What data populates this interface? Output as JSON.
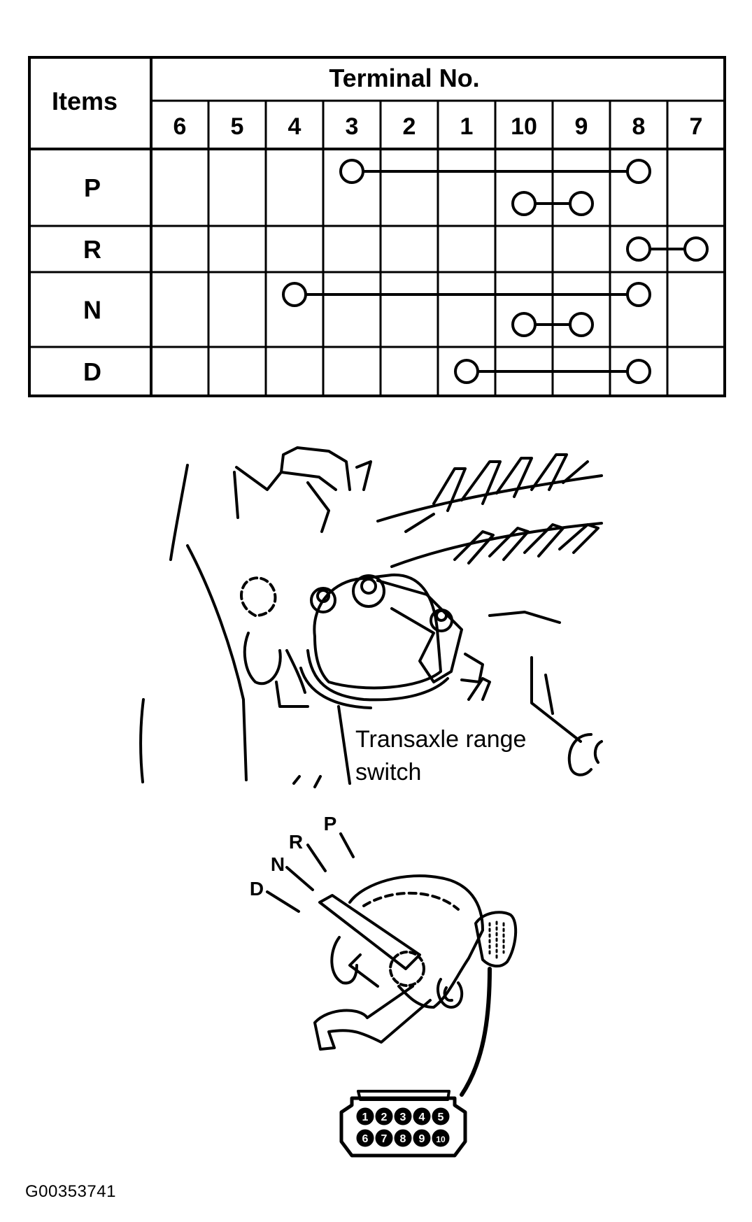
{
  "table": {
    "items_header": "Items",
    "terminal_header": "Terminal No.",
    "terminals": [
      "6",
      "5",
      "4",
      "3",
      "2",
      "1",
      "10",
      "9",
      "8",
      "7"
    ],
    "rows": [
      {
        "label": "P",
        "connections": [
          [
            "3",
            "8"
          ],
          [
            "10",
            "9"
          ]
        ]
      },
      {
        "label": "R",
        "connections": [
          [
            "8",
            "7"
          ]
        ]
      },
      {
        "label": "N",
        "connections": [
          [
            "4",
            "8"
          ],
          [
            "10",
            "9"
          ]
        ]
      },
      {
        "label": "D",
        "connections": [
          [
            "1",
            "8"
          ]
        ]
      }
    ]
  },
  "switch_figure": {
    "label_line1": "Transaxle range",
    "label_line2": "switch"
  },
  "lever_figure": {
    "positions": [
      "P",
      "R",
      "N",
      "D"
    ],
    "connector_pins_top": [
      "1",
      "2",
      "3",
      "4",
      "5"
    ],
    "connector_pins_bottom": [
      "6",
      "7",
      "8",
      "9",
      "10"
    ]
  },
  "figure_id": "G00353741"
}
